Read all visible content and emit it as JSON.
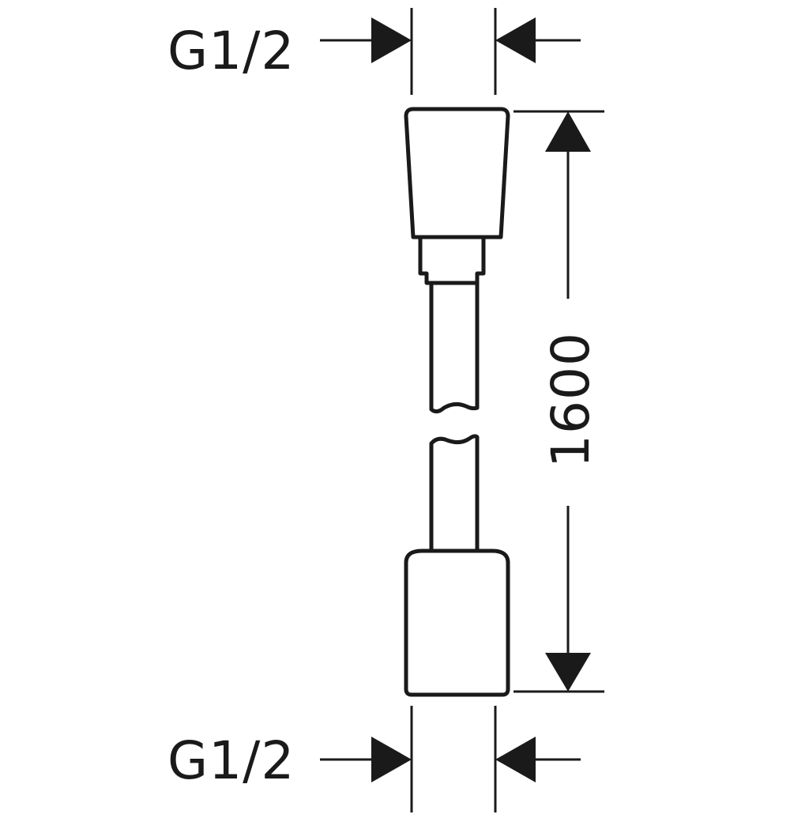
{
  "drawing": {
    "top_thread_label": "G1/2",
    "bottom_thread_label": "G1/2",
    "length_label": "1600"
  },
  "colors": {
    "line": "#1a1a1a",
    "background": "#ffffff"
  }
}
